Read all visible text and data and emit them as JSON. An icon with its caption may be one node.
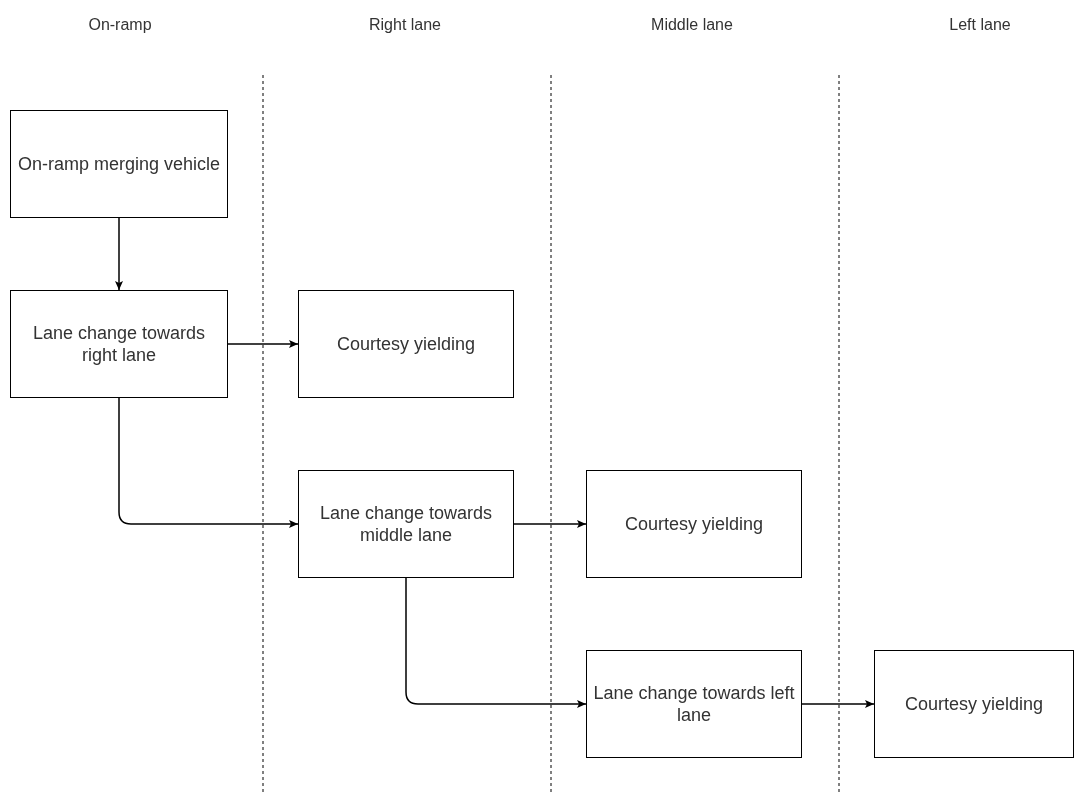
{
  "diagram": {
    "nodes": [
      {
        "text": [
          "On-ramp merging vehicle"
        ]
      },
      {
        "text": [
          "Lane change towards right lane"
        ]
      },
      {
        "text": [
          "Courtesy yielding"
        ]
      },
      {
        "text": [
          "Lane change towards middle lane"
        ]
      },
      {
        "text": [
          "Courtesy yielding"
        ]
      },
      {
        "text": [
          "Lane change towards left lane"
        ]
      },
      {
        "text": [
          "Courtesy yielding"
        ]
      }
    ],
    "edges": [
      {
        "from": 0,
        "to": 1,
        "arrow": "to"
      },
      {
        "from": 1,
        "to": 2,
        "arrow": "to"
      },
      {
        "from": 1,
        "to": 3,
        "arrow": "to"
      },
      {
        "from": 3,
        "to": 4,
        "arrow": "to"
      },
      {
        "from": 3,
        "to": 5,
        "arrow": "to"
      },
      {
        "from": 5,
        "to": 6,
        "arrow": "to"
      }
    ],
    "labels": [
      "On-ramp",
      "Right lane",
      "Middle lane",
      "Left lane"
    ]
  }
}
